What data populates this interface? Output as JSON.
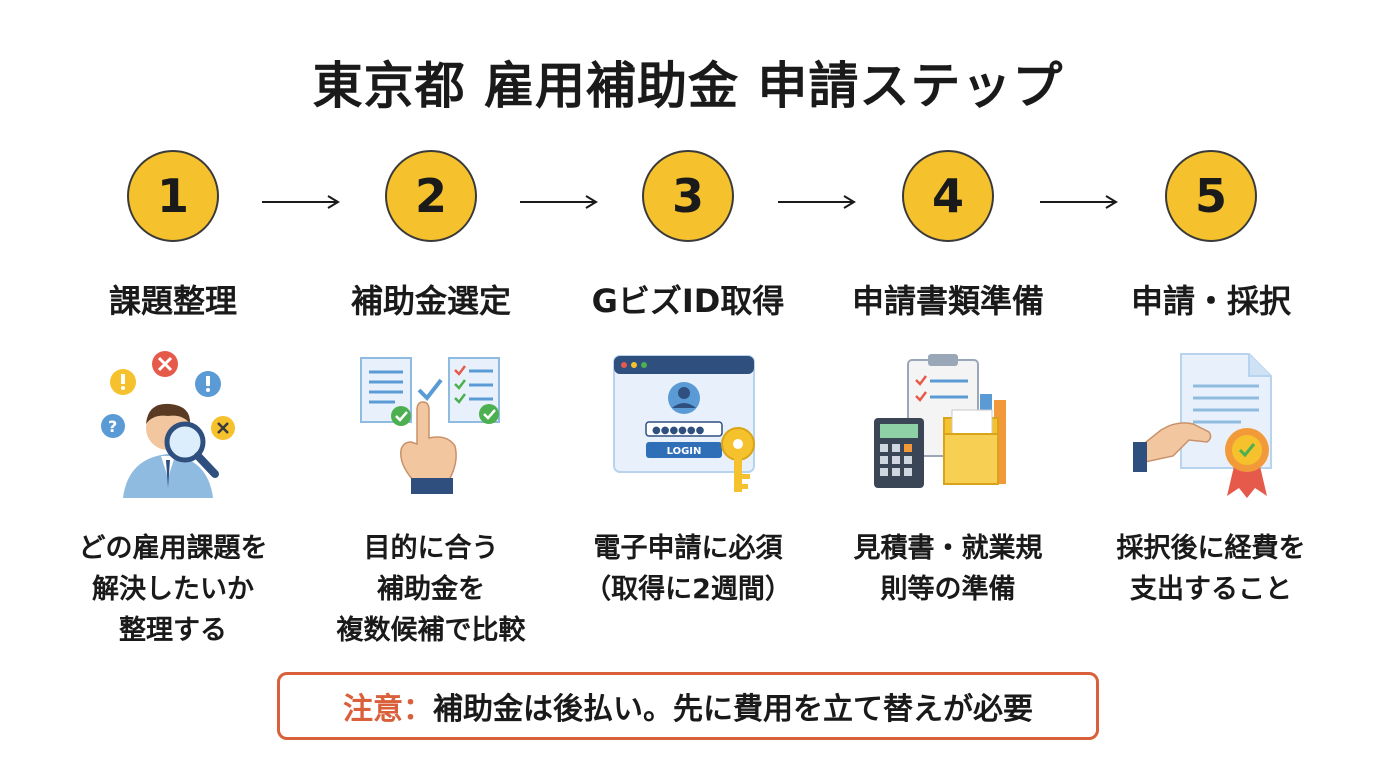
{
  "title": "東京都 雇用補助金 申請ステップ",
  "steps": [
    {
      "number": "1",
      "label": "課題整理",
      "icon": "person-magnifier-icon",
      "desc": [
        "どの雇用課題を",
        "解決したいか",
        "整理する"
      ]
    },
    {
      "number": "2",
      "label": "補助金選定",
      "icon": "hand-checklist-icon",
      "desc": [
        "目的に合う",
        "補助金を",
        "複数候補で比較"
      ]
    },
    {
      "number": "3",
      "label": "GビズID取得",
      "icon": "login-key-icon",
      "login_text": "LOGIN",
      "desc": [
        "電子申請に必須",
        "（取得に2週間）"
      ]
    },
    {
      "number": "4",
      "label": "申請書類準備",
      "icon": "documents-calculator-icon",
      "desc": [
        "見積書・就業規",
        "則等の準備"
      ]
    },
    {
      "number": "5",
      "label": "申請・採択",
      "icon": "document-award-icon",
      "desc": [
        "採択後に経費を",
        "支出すること"
      ]
    }
  ],
  "notice": {
    "label": "注意：",
    "text": "補助金は後払い。先に費用を立て替えが必要"
  },
  "colors": {
    "circle": "#f5c22d",
    "notice_border": "#d9603b",
    "notice_label": "#d9603b"
  }
}
